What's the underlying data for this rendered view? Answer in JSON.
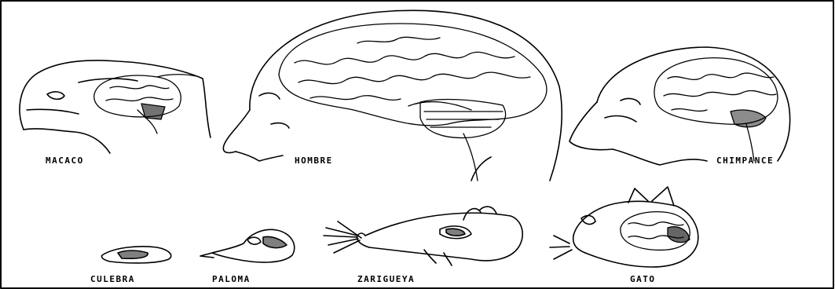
{
  "labels": {
    "macaco": "MACACO",
    "hombre": "HOMBRE",
    "chimpance": "CHIMPANCE",
    "culebra": "CULEBRA",
    "paloma": "PALOMA",
    "zarigueya": "ZARIGUEYA",
    "gato": "GATO"
  },
  "colors": {
    "ink": "#000000",
    "background": "#ffffff"
  }
}
